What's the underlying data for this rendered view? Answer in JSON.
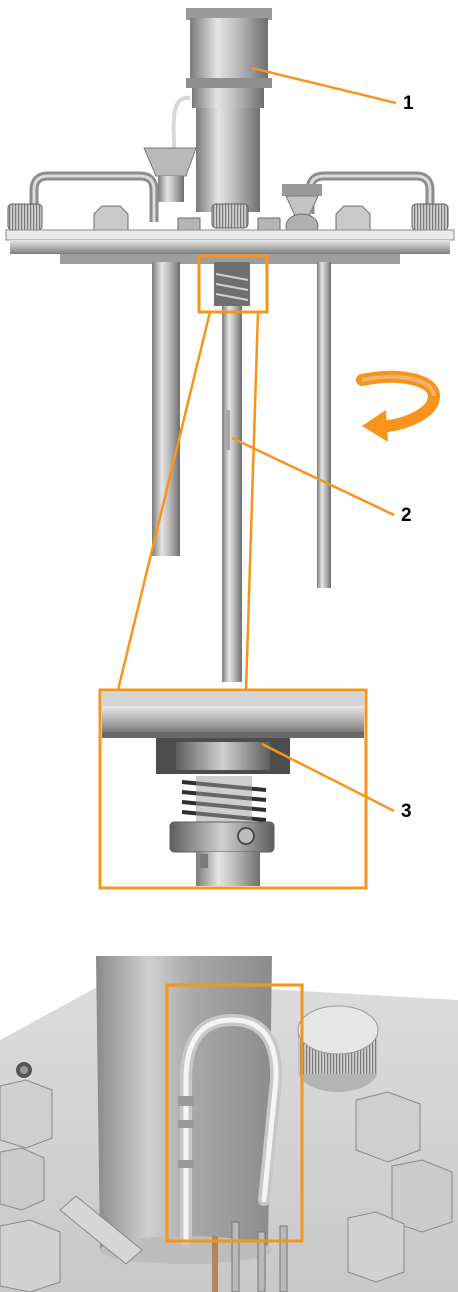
{
  "callouts": [
    {
      "id": "1",
      "label": "1"
    },
    {
      "id": "2",
      "label": "2"
    },
    {
      "id": "3",
      "label": "3"
    }
  ],
  "colors": {
    "accent": "#F7941D",
    "leader_line": "#F7941D",
    "metal_light": "#D9D9D9",
    "metal_mid": "#A6A6A6",
    "metal_dark": "#6E6E6E",
    "background": "#FFFFFF"
  },
  "icons": {
    "rotation": "curved-arrow-icon"
  }
}
